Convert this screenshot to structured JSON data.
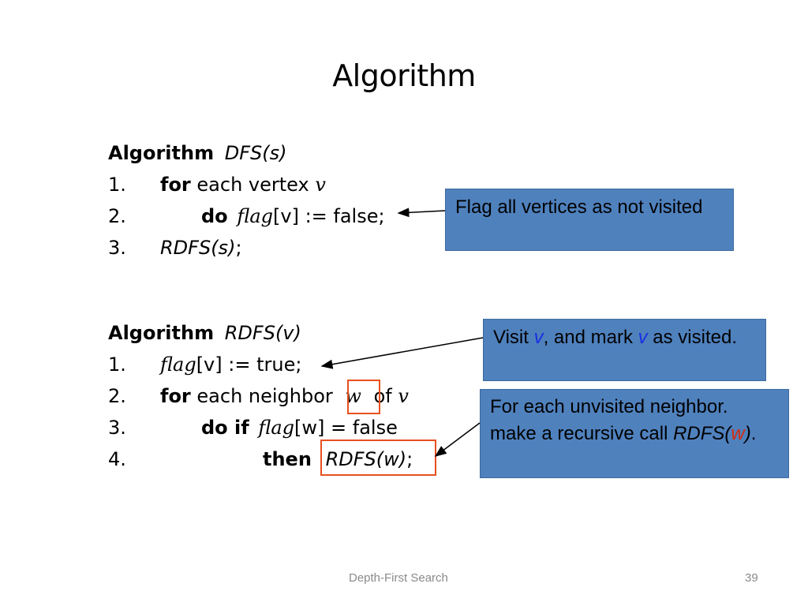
{
  "slide": {
    "title": "Algorithm",
    "footer": {
      "text": "Depth-First Search",
      "page": "39"
    }
  },
  "algo1": {
    "kw": "Algorithm",
    "name": "DFS(s)",
    "lines": [
      {
        "num": "1.",
        "kw": "for",
        "rest": " each vertex ",
        "var": "v"
      },
      {
        "num": "2.",
        "kw": "do",
        "flag": "flag",
        "bracket": "[v]",
        "rest": " := false;"
      },
      {
        "num": "3.",
        "call": "RDFS(s)",
        "rest": ";"
      }
    ]
  },
  "algo2": {
    "kw": "Algorithm",
    "name": "RDFS(v)",
    "lines": [
      {
        "num": "1.",
        "flag": "flag",
        "bracket": "[v]",
        "rest": " := true;"
      },
      {
        "num": "2.",
        "kw": "for",
        "rest": " each neighbor ",
        "var": "w",
        "rest2": " of ",
        "var2": "v"
      },
      {
        "num": "3.",
        "kw": "do if",
        "flag": "flag",
        "bracket": "[w]",
        "rest": " = false"
      },
      {
        "num": "4.",
        "kw": "then",
        "call": "RDFS(w)",
        "rest": ";"
      }
    ]
  },
  "callouts": {
    "c1": {
      "text": "Flag all vertices as not visited"
    },
    "c2": {
      "t1": "Visit ",
      "v1": "v",
      "t2": ", and mark ",
      "v2": "v",
      "t3": " as visited."
    },
    "c3": {
      "t1": "For each unvisited neighbor. make a recursive call ",
      "call": "RDFS(",
      "w": "w",
      "close": ")",
      "t2": "."
    }
  },
  "colors": {
    "callout_bg": "#4f81bd",
    "highlight_box": "#e8501e",
    "var_blue": "#1b2fe0",
    "var_red": "#d8290c"
  }
}
